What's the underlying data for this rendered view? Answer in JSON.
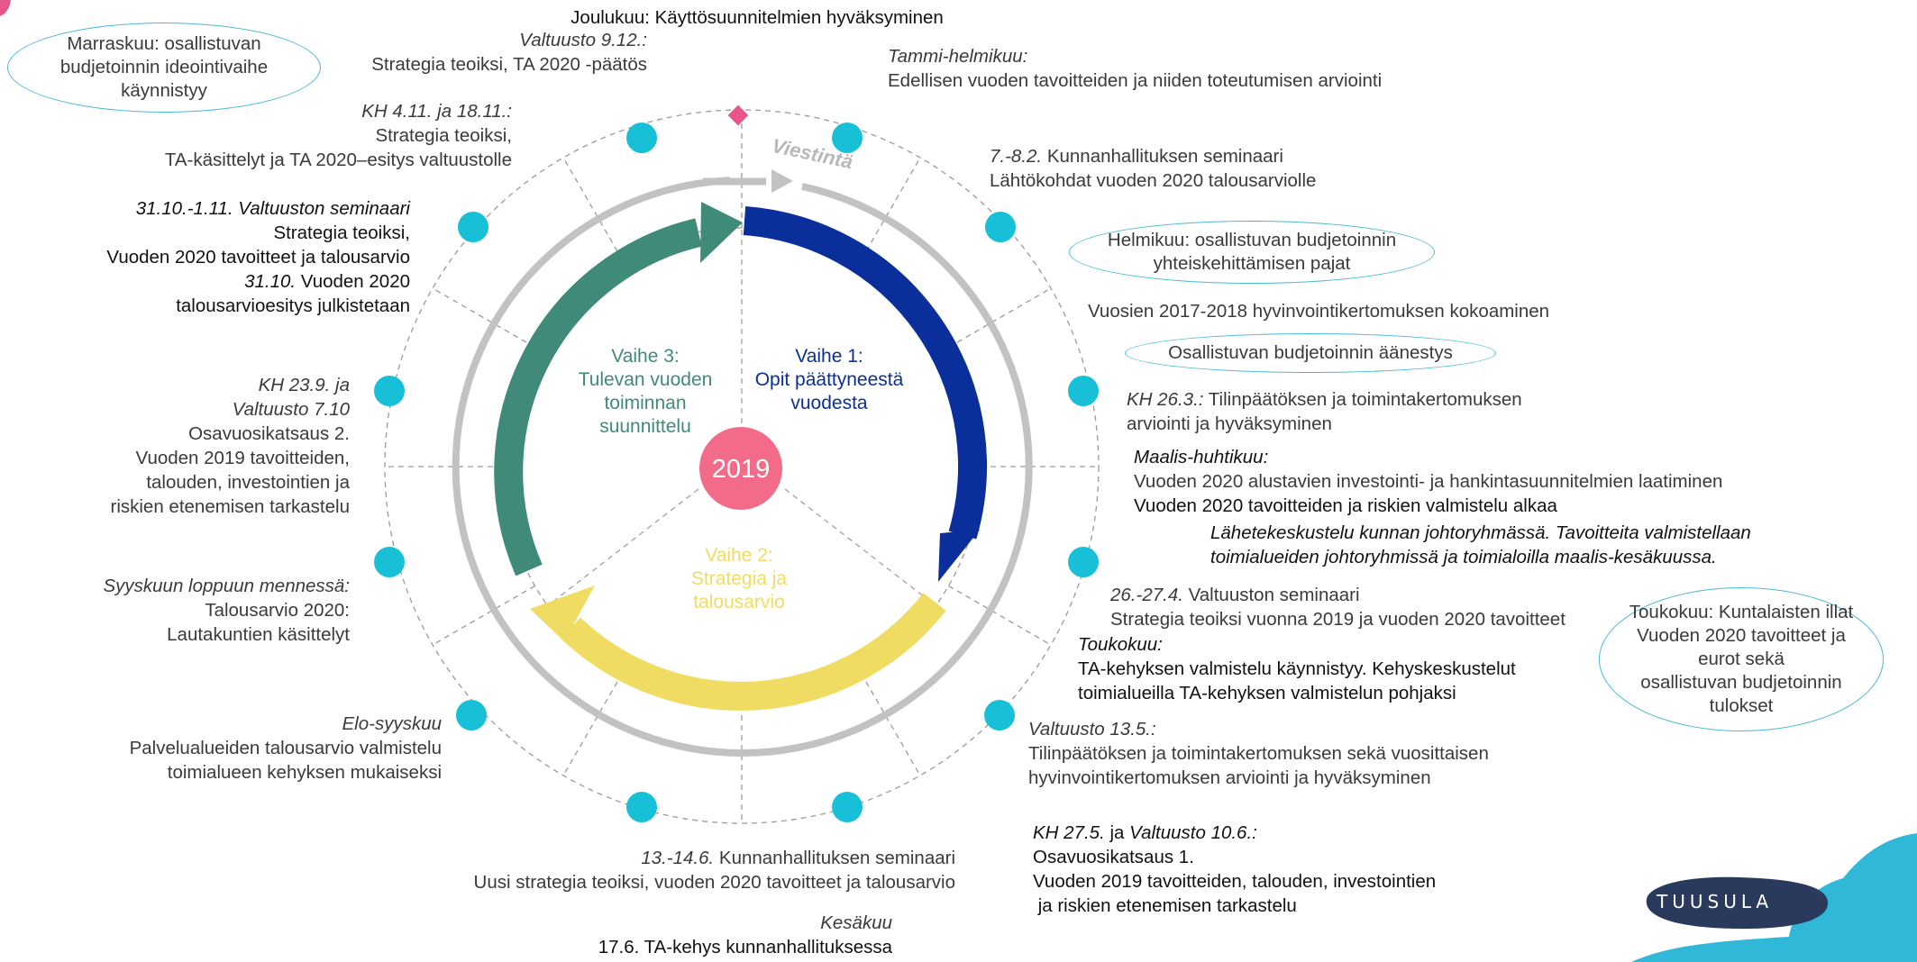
{
  "center_year": "2019",
  "viestinta": "Viestintä",
  "phases": {
    "p1": [
      "Vaihe 1:",
      "Opit päättyneestä",
      "vuodesta"
    ],
    "p2": [
      "Vaihe 2:",
      "Strategia ja",
      "talousarvio"
    ],
    "p3": [
      "Vaihe 3:",
      "Tulevan vuoden",
      "toiminnan",
      "suunnittelu"
    ]
  },
  "colors": {
    "phase1": "#0a2f9a",
    "phase2": "#f1dc63",
    "phase3": "#3f8a78",
    "center": "#f26c8a",
    "dot": "#17c0d6",
    "ring": "#c2c2c2",
    "bubble_border": "#4bb9d6",
    "marker": "#e8558a"
  },
  "events": {
    "joulukuu": "Joulukuu: Käyttösuunnitelmien hyväksyminen",
    "valtuusto_912": {
      "title": "Valtuusto 9.12.:",
      "text": "Strategia teoiksi, TA 2020 -päätös"
    },
    "tammi": {
      "title": "Tammi-helmikuu:",
      "text": "Edellisen vuoden tavoitteiden ja niiden toteutumisen arviointi"
    },
    "kh_411": {
      "title": "KH 4.11. ja 18.11.:",
      "lines": [
        "Strategia teoiksi,",
        "TA-käsittelyt ja TA 2020–esitys valtuustolle"
      ]
    },
    "seminaari_78": {
      "date": "7.-8.2.",
      "title": "Kunnanhallituksen seminaari",
      "text": "Lähtökohdat vuoden 2020 talousarviolle"
    },
    "valt_seminaari_3110": {
      "title": "31.10.-1.11. Valtuuston seminaari",
      "lines": [
        "Strategia teoiksi,",
        "Vuoden 2020 tavoitteet ja talousarvio"
      ],
      "date": "31.10.",
      "date_text": "Vuoden 2020",
      "last": "talousarvioesitys julkistetaan"
    },
    "hyvinvointi": "Vuosien 2017-2018 hyvinvointikertomuksen kokoaminen",
    "kh_263": {
      "title": "KH 26.3.:",
      "line1": "Tilinpäätöksen ja toimintakertomuksen",
      "line2": "arviointi ja hyväksyminen"
    },
    "kh_239": {
      "title1": "KH 23.9. ja",
      "title2": "Valtuusto 7.10",
      "lines": [
        "Osavuosikatsaus 2.",
        "Vuoden 2019 tavoitteiden,",
        "talouden, investointien ja",
        "riskien etenemisen tarkastelu"
      ]
    },
    "maalis": {
      "title": "Maalis-huhtikuu:",
      "line1": "Vuoden 2020 alustavien investointi- ja hankintasuunnitelmien laatiminen",
      "line2": "Vuoden 2020 tavoitteiden ja riskien valmistelu alkaa",
      "line3": "Lähetekeskustelu kunnan johtoryhmässä. Tavoitteita valmistellaan",
      "line4": "toimialueiden johtoryhmissä ja toimialoilla maalis-kesäkuussa."
    },
    "syyskuu": {
      "title": "Syyskuun loppuun mennessä:",
      "lines": [
        "Talousarvio 2020:",
        "Lautakuntien käsittelyt"
      ]
    },
    "valt_seminaari_264": {
      "date": "26.-27.4.",
      "title": "Valtuuston seminaari",
      "text": "Strategia teoiksi vuonna 2019 ja vuoden 2020 tavoitteet"
    },
    "toukokuu": {
      "title": "Toukokuu:",
      "line1": "TA-kehyksen valmistelu käynnistyy. Kehyskeskustelut",
      "line2": "toimialueilla TA-kehyksen valmistelun pohjaksi"
    },
    "elo": {
      "title": "Elo-syyskuu",
      "lines": [
        "Palvelualueiden talousarvio valmistelu",
        "toimialueen kehyksen mukaiseksi"
      ]
    },
    "valtuusto_135": {
      "title": "Valtuusto 13.5.:",
      "line1": "Tilinpäätöksen ja toimintakertomuksen sekä vuosittaisen",
      "line2": "hyvinvointikertomuksen arviointi ja hyväksyminen"
    },
    "seminaari_136": {
      "date": "13.-14.6.",
      "title": "Kunnanhallituksen seminaari",
      "text": "Uusi strategia teoiksi, vuoden 2020 tavoitteet ja talousarvio"
    },
    "kh_275": {
      "t1": "KH 27.5.",
      "t2": "ja",
      "t3": "Valtuusto 10.6.:",
      "lines": [
        "Osavuosikatsaus 1.",
        "Vuoden 2019 tavoitteiden, talouden, investointien",
        " ja riskien etenemisen tarkastelu"
      ]
    },
    "kesakuu": {
      "title": "Kesäkuu",
      "text": "17.6. TA-kehys kunnanhallituksessa"
    }
  },
  "bubbles": {
    "marraskuu": [
      "Marraskuu: osallistuvan",
      "budjetoinnin ideointivaihe",
      "käynnistyy"
    ],
    "helmikuu": [
      "Helmikuu: osallistuvan budjetoinnin",
      "yhteiskehittämisen pajat"
    ],
    "aanestys": [
      "Osallistuvan budjetoinnin äänestys"
    ],
    "toukokuu": [
      "Toukokuu: Kuntalaisten illat",
      "Vuoden 2020 tavoitteet ja",
      "eurot sekä",
      "osallistuvan budjetoinnin",
      "tulokset"
    ]
  },
  "logo": "TUUSULA"
}
